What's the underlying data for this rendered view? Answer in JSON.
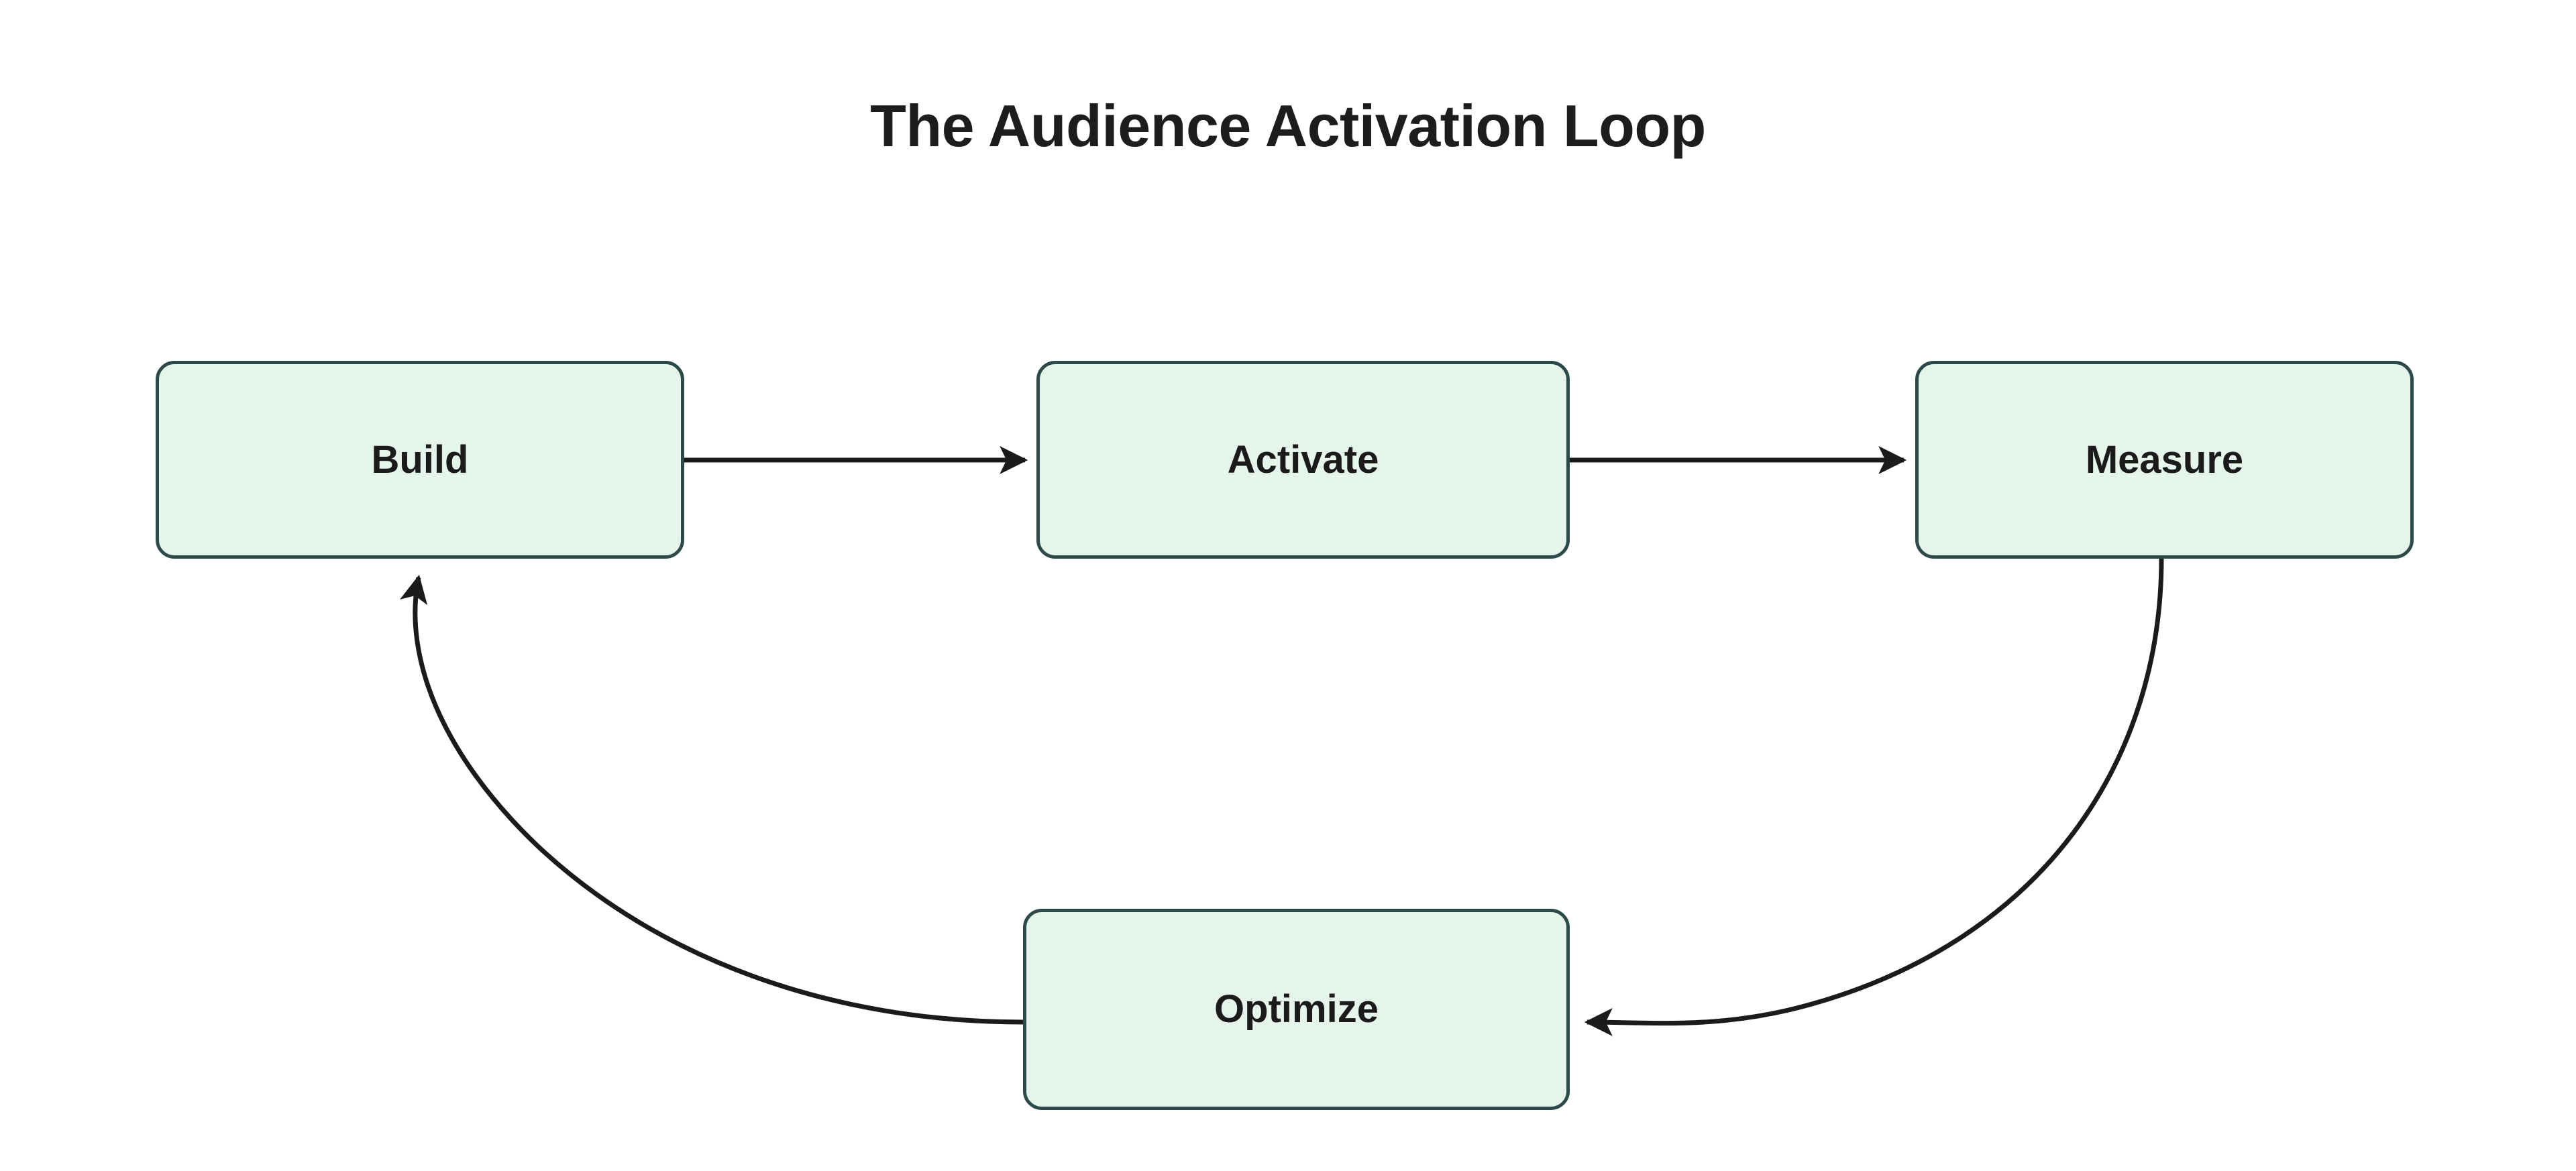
{
  "diagram": {
    "title": "The Audience Activation Loop",
    "type": "cycle-flowchart",
    "background_color": "#ffffff",
    "node_fill_color": "#e6f5ec",
    "node_border_color": "#2c4a47",
    "node_text_color": "#1b1b1b",
    "title_color": "#1d1d1d",
    "edge_color": "#1b1b1b",
    "nodes": [
      {
        "id": "build",
        "label": "Build"
      },
      {
        "id": "activate",
        "label": "Activate"
      },
      {
        "id": "measure",
        "label": "Measure"
      },
      {
        "id": "optimize",
        "label": "Optimize"
      }
    ],
    "edges": [
      {
        "from": "Build",
        "to": "Activate",
        "style": "straight",
        "direction": "right"
      },
      {
        "from": "Activate",
        "to": "Measure",
        "style": "straight",
        "direction": "right"
      },
      {
        "from": "Measure",
        "to": "Optimize",
        "style": "curved",
        "direction": "down-left"
      },
      {
        "from": "Optimize",
        "to": "Build",
        "style": "curved",
        "direction": "up-left"
      }
    ]
  }
}
